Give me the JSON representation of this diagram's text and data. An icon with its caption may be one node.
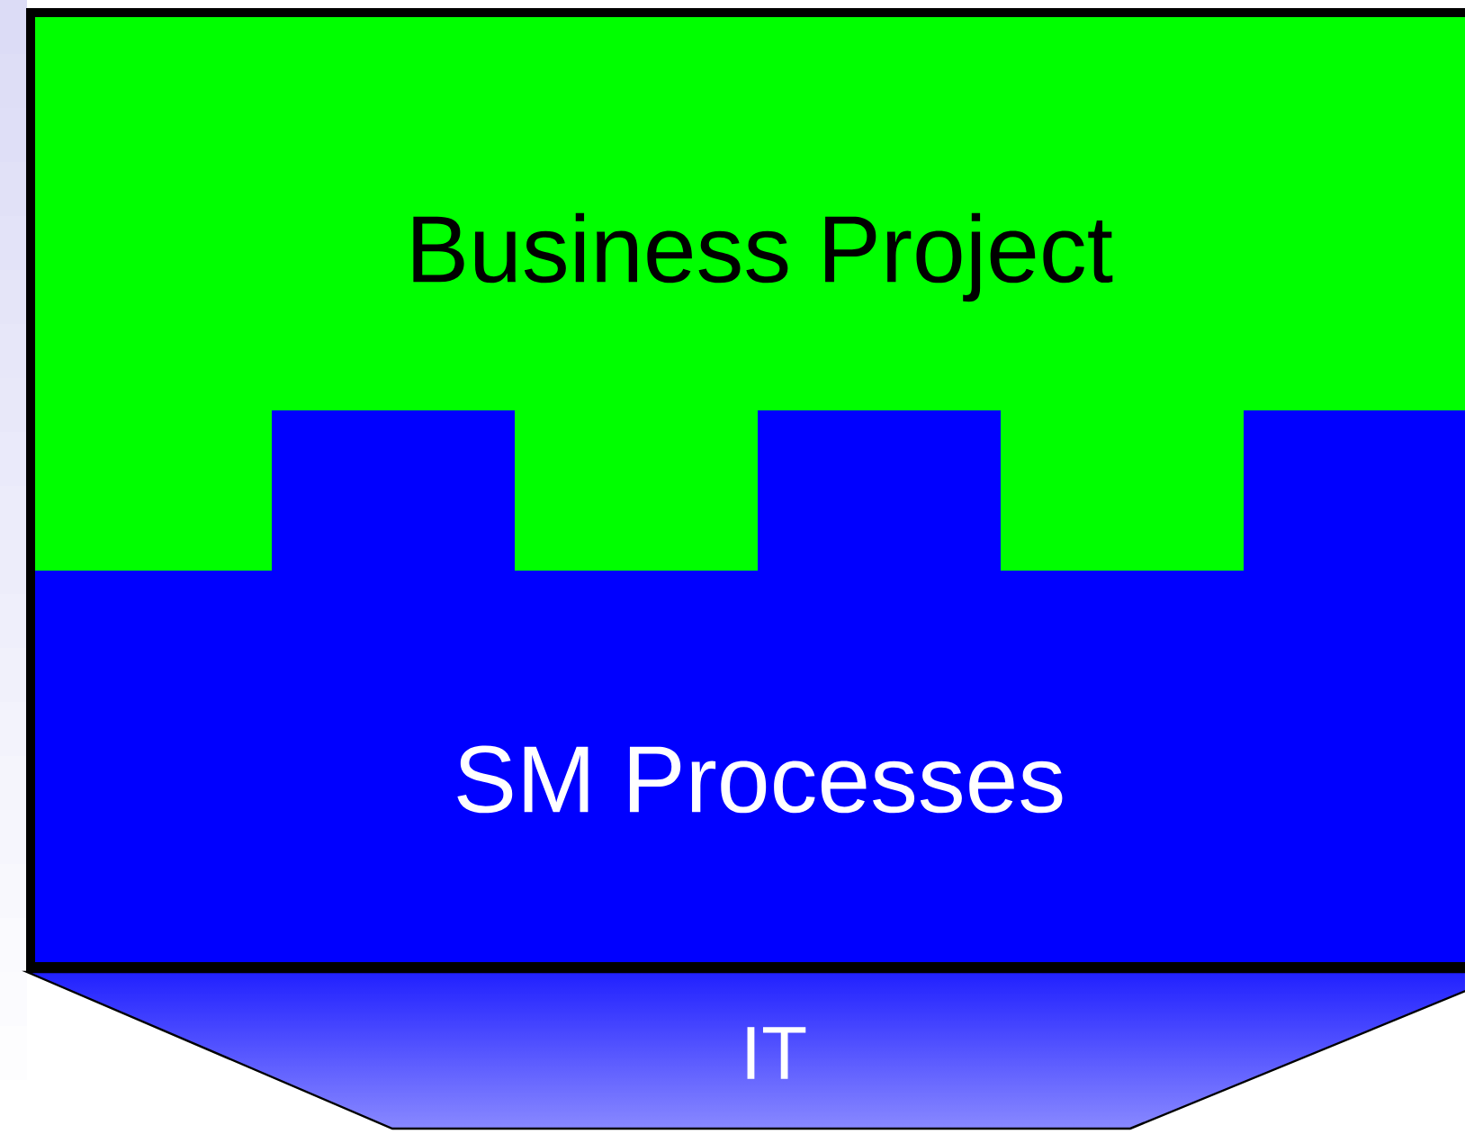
{
  "diagram": {
    "nodes": [
      {
        "text": [
          "Business Project"
        ]
      },
      {
        "text": [
          "SM Processes"
        ]
      },
      {
        "text": [
          "IT"
        ]
      }
    ]
  }
}
